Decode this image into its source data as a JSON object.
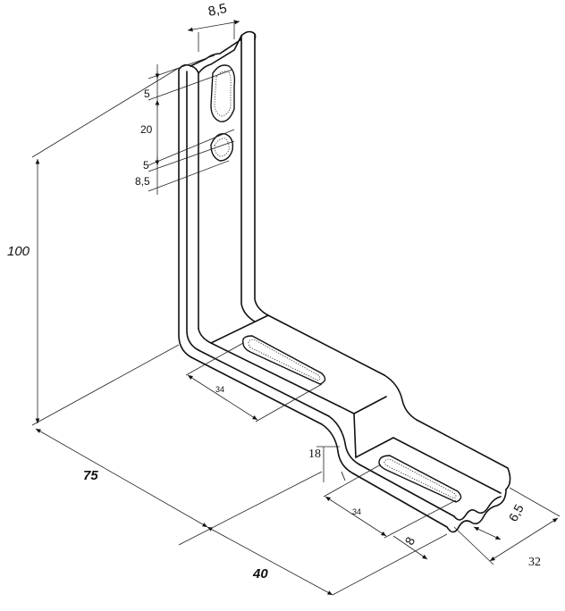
{
  "dimensions": {
    "top_width": "8,5",
    "slot_gap_top": "5",
    "slot_length": "20",
    "slot_gap_bottom": "5",
    "hole_size": "8,5",
    "height": "100",
    "depth": "75",
    "step_depth": "40",
    "upper_slot": "34",
    "step_height": "18",
    "lower_slot": "34",
    "slot_width": "8",
    "rib_width": "6,5",
    "bracket_width": "32"
  }
}
